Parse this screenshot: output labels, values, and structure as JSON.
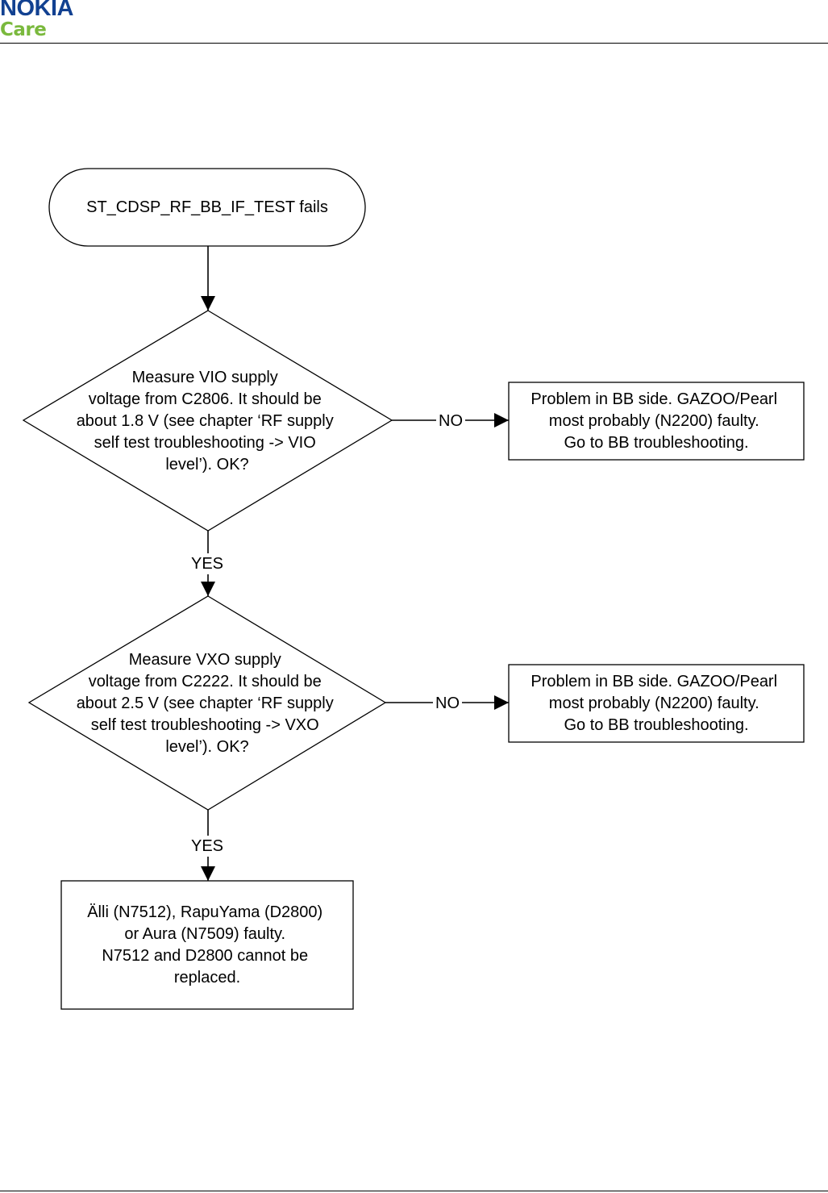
{
  "header": {
    "brand": "NOKIA",
    "sub_brand": "Care",
    "colors": {
      "brand": "#124191",
      "sub_brand": "#7ab93d"
    }
  },
  "flowchart": {
    "start": {
      "text": "ST_CDSP_RF_BB_IF_TEST fails"
    },
    "decision1": {
      "lines": [
        "Measure VIO supply",
        "voltage from C2806. It should be",
        "about 1.8 V (see chapter ‘RF supply",
        "self test troubleshooting -> VIO",
        "level’). OK?"
      ]
    },
    "no1": {
      "label": "NO"
    },
    "result1": {
      "lines": [
        "Problem in BB side. GAZOO/Pearl",
        "most probably (N2200) faulty.",
        "Go to BB troubleshooting."
      ]
    },
    "yes1": {
      "label": "YES"
    },
    "decision2": {
      "lines": [
        "Measure VXO supply",
        "voltage from C2222. It should be",
        "about 2.5 V (see chapter ‘RF supply",
        "self test troubleshooting -> VXO",
        "level’). OK?"
      ]
    },
    "no2": {
      "label": "NO"
    },
    "result2": {
      "lines": [
        "Problem in BB side. GAZOO/Pearl",
        "most probably (N2200) faulty.",
        "Go to BB troubleshooting."
      ]
    },
    "yes2": {
      "label": "YES"
    },
    "final": {
      "lines": [
        "Älli (N7512), RapuYama (D2800)",
        "or Aura (N7509) faulty.",
        "N7512 and D2800 cannot be",
        "replaced."
      ]
    }
  }
}
